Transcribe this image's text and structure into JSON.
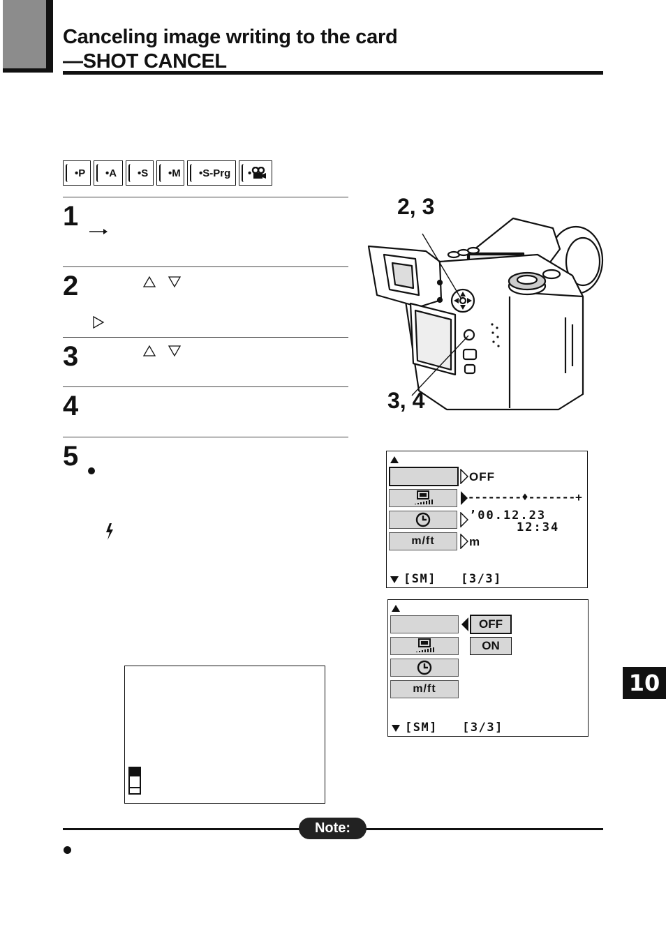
{
  "header": {
    "title_line1": "Canceling image writing to the card",
    "title_line2": "—SHOT CANCEL"
  },
  "modes": [
    "•P",
    "•A",
    "•S",
    "•M",
    "•S-Prg",
    "•"
  ],
  "modes_last_icon": "movie-camera-icon",
  "steps": [
    "1",
    "2",
    "3",
    "4",
    "5"
  ],
  "callouts": {
    "top": "2, 3",
    "bottom": "3, 4"
  },
  "lcd1": {
    "page": "[SM]   [3/3]",
    "value_off": "OFF",
    "brightness_bar": "--------♦-------+",
    "date": "’00.12.23",
    "time": "12:34",
    "unit_label": "m/ft",
    "unit_value": "m"
  },
  "lcd2": {
    "page": "[SM]   [3/3]",
    "unit_label": "m/ft",
    "option_off": "OFF",
    "option_on": "ON"
  },
  "chapter": "10",
  "note": {
    "label": "Note:"
  }
}
